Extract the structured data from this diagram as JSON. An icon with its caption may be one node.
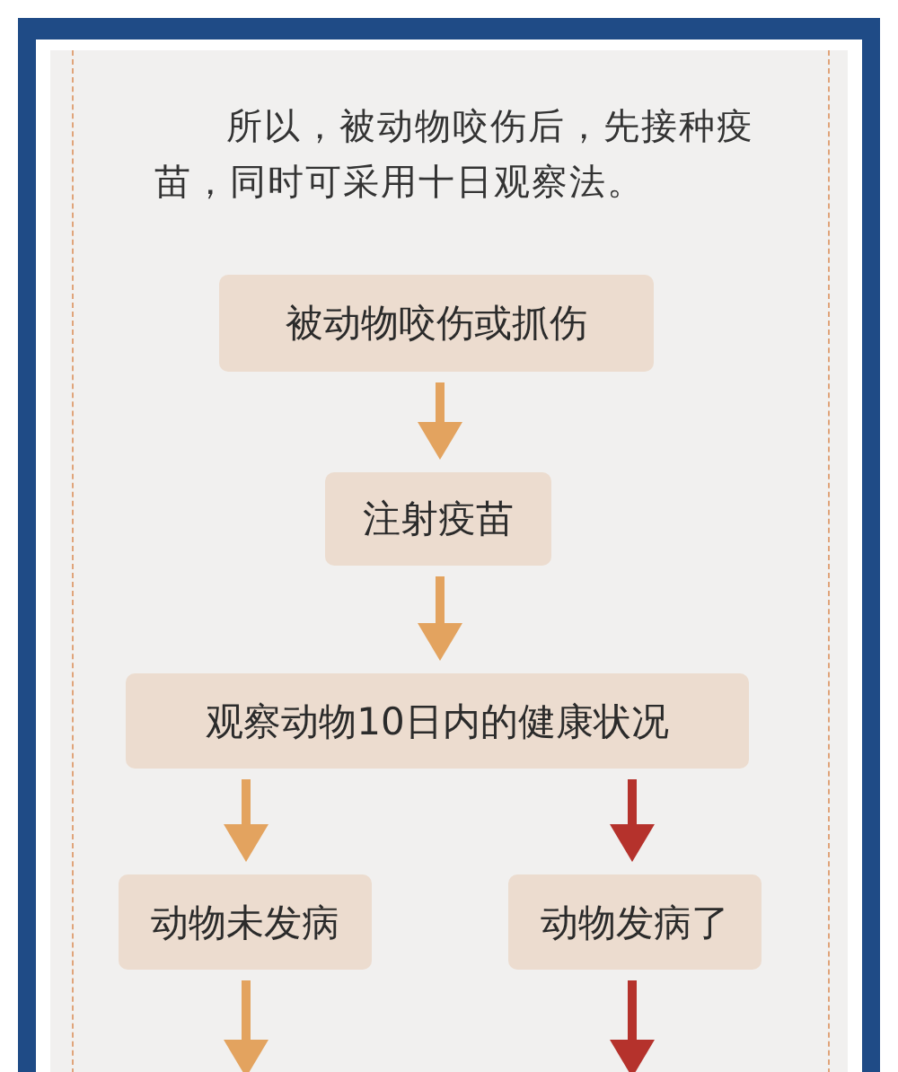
{
  "diagram": {
    "nodes": [
      {
        "text": [
          "被动物咬伤或抓伤"
        ]
      },
      {
        "text": [
          "注射疫苗"
        ]
      },
      {
        "text": [
          "观察动物10日内的健康状况"
        ]
      },
      {
        "text": [
          "动物未发病"
        ]
      },
      {
        "text": [
          "动物发病了"
        ]
      }
    ],
    "edges": [
      {
        "from": 0,
        "to": 1,
        "arrow": "to"
      },
      {
        "from": 1,
        "to": 2,
        "arrow": "to"
      },
      {
        "from": 2,
        "to": 3,
        "arrow": "to"
      },
      {
        "from": 2,
        "to": 4,
        "arrow": "to",
        "color": "#b5322c"
      },
      {
        "from": 3,
        "to": null,
        "arrow": "to"
      },
      {
        "from": 4,
        "to": null,
        "arrow": "to",
        "color": "#b5322c"
      }
    ],
    "labels": [
      "所以，被动物咬伤后，先接种疫苗，同时可采用十日观察法。"
    ]
  }
}
